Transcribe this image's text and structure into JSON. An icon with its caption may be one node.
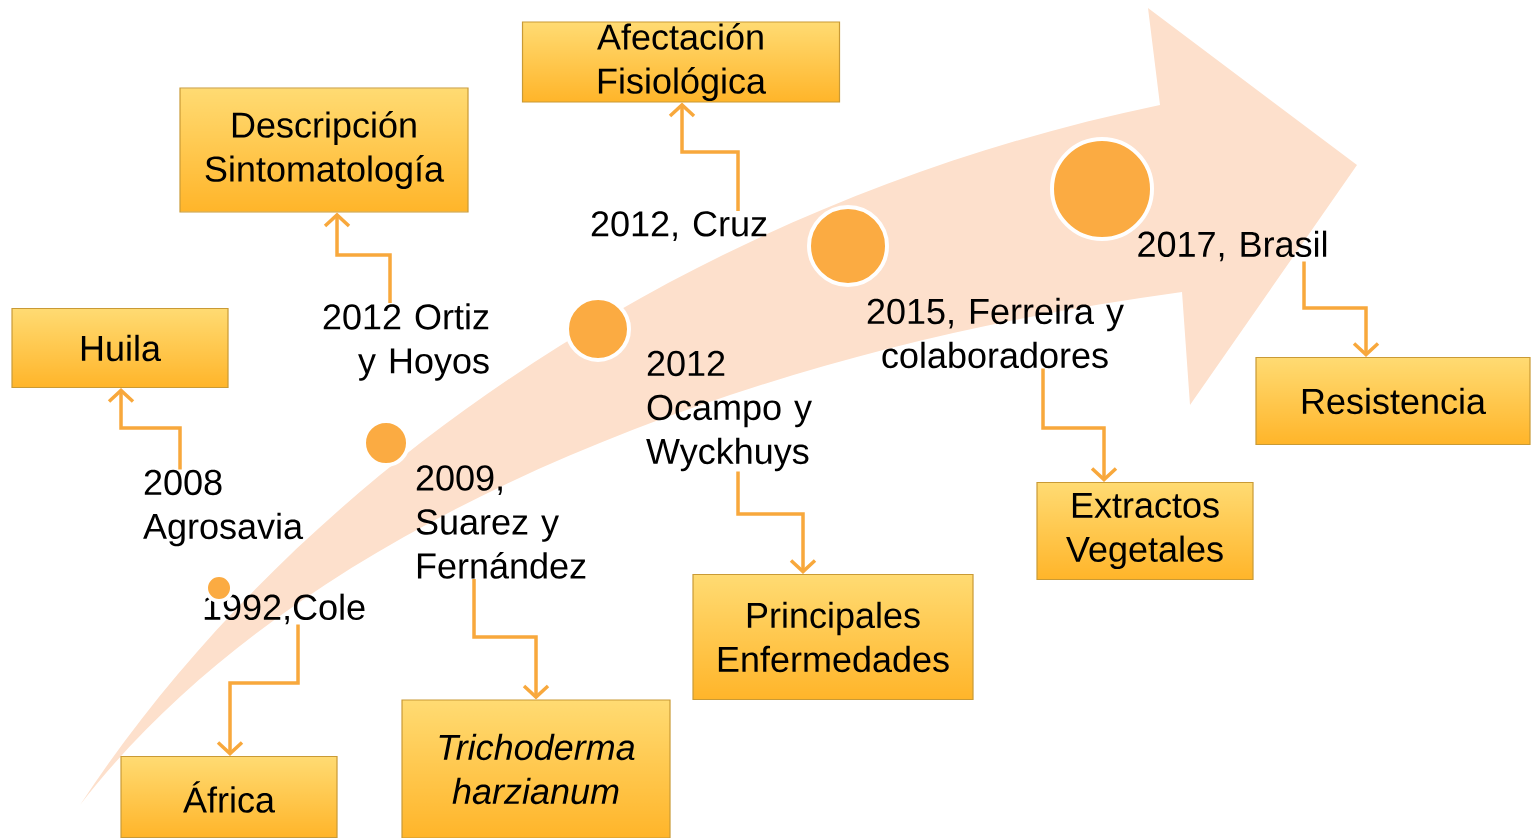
{
  "diagram": {
    "nodes": [
      {
        "text": [
          "Huila"
        ]
      },
      {
        "text": [
          "2008 Agrosavia"
        ]
      },
      {
        "text": [
          "Descripción Sintomatología"
        ]
      },
      {
        "text": [
          "2012 Ortiz y Hoyos"
        ]
      },
      {
        "text": [
          "Afectación Fisiológica"
        ]
      },
      {
        "text": [
          "2012, Cruz"
        ]
      },
      {
        "text": [
          "1992,Cole"
        ]
      },
      {
        "text": [
          "África"
        ]
      },
      {
        "text": [
          "2009, Suarez y Fernández"
        ]
      },
      {
        "text": [
          "Trichoderma harzianum"
        ]
      },
      {
        "text": [
          "2012 Ocampo y Wyckhuys"
        ]
      },
      {
        "text": [
          "Principales Enfermedades"
        ]
      },
      {
        "text": [
          "2015, Ferreira y colaboradores"
        ]
      },
      {
        "text": [
          "Extractos Vegetales"
        ]
      },
      {
        "text": [
          "2017, Brasil"
        ]
      },
      {
        "text": [
          "Resistencia"
        ]
      },
      {
        "text": [],
        "shape": "circle"
      },
      {
        "text": [],
        "shape": "circle"
      },
      {
        "text": [],
        "shape": "circle"
      },
      {
        "text": [],
        "shape": "circle"
      },
      {
        "text": [],
        "shape": "circle"
      }
    ],
    "edges": [
      {
        "from": 1,
        "to": 0,
        "arrow": "to"
      },
      {
        "from": 3,
        "to": 2,
        "arrow": "to"
      },
      {
        "from": 5,
        "to": 4,
        "arrow": "to"
      },
      {
        "from": 6,
        "to": 7,
        "arrow": "to"
      },
      {
        "from": 8,
        "to": 9,
        "arrow": "to"
      },
      {
        "from": 10,
        "to": 11,
        "arrow": "to"
      },
      {
        "from": 12,
        "to": 13,
        "arrow": "to"
      },
      {
        "from": 14,
        "to": 15,
        "arrow": "to"
      }
    ]
  }
}
